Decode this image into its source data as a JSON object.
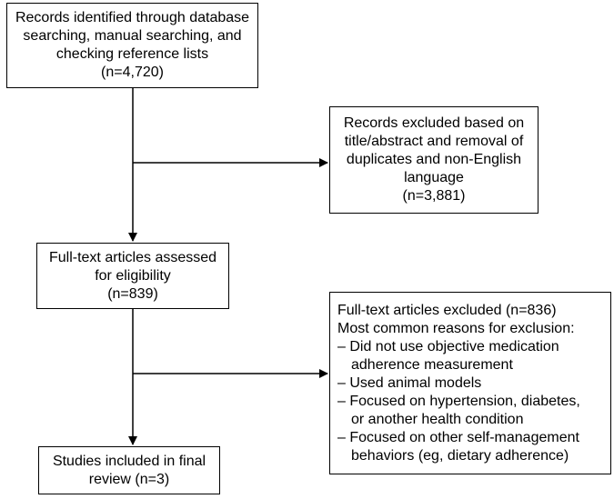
{
  "boxes": {
    "identified": {
      "lines": [
        "Records identified through database",
        "searching, manual searching, and",
        "checking reference lists",
        "(n=4,720)"
      ]
    },
    "excluded_title": {
      "lines": [
        "Records excluded based on",
        "title/abstract and removal of",
        "duplicates and non-English",
        "language",
        "(n=3,881)"
      ]
    },
    "fulltext": {
      "lines": [
        "Full-text articles assessed",
        "for eligibility",
        "(n=839)"
      ]
    },
    "excluded_fulltext": {
      "lines": [
        "Full-text articles excluded (n=836)",
        "Most common reasons for exclusion:",
        "– Did not use objective medication",
        "adherence measurement",
        "– Used animal models",
        "– Focused on hypertension, diabetes,",
        "or another health condition",
        "– Focused on other self-management",
        "behaviors (eg, dietary adherence)"
      ]
    },
    "included": {
      "lines": [
        "Studies included in final",
        "review (n=3)"
      ]
    }
  }
}
